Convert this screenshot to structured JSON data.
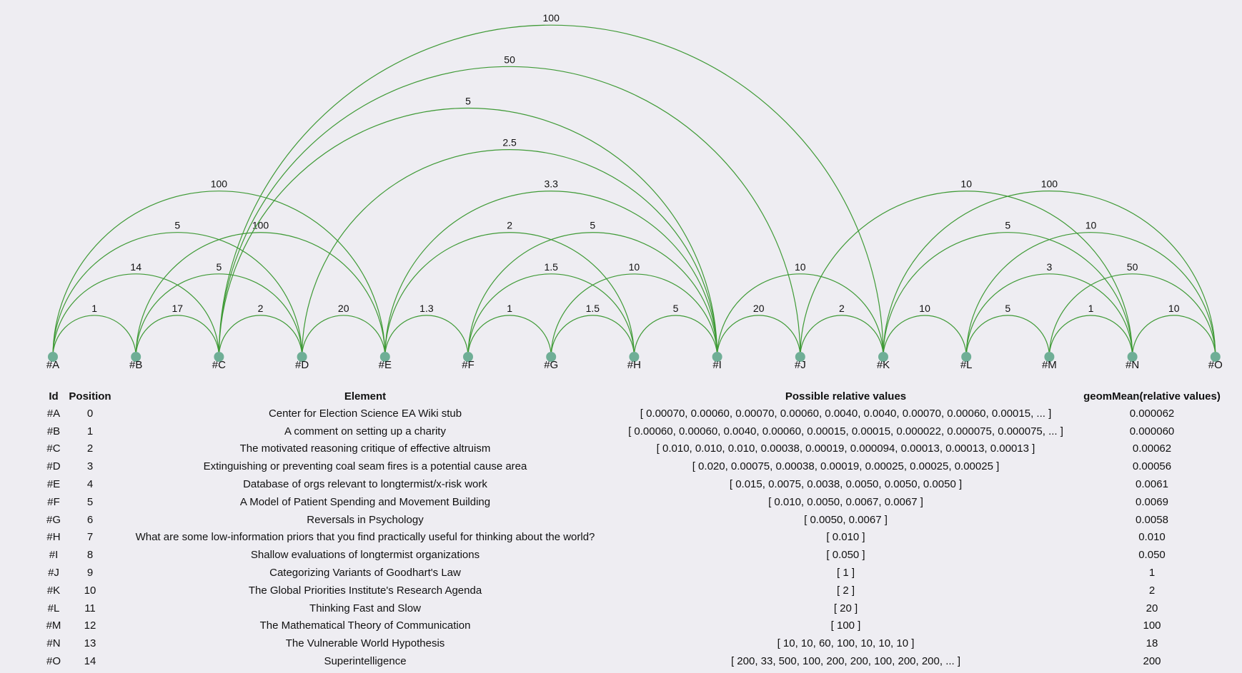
{
  "nodes": [
    "#A",
    "#B",
    "#C",
    "#D",
    "#E",
    "#F",
    "#G",
    "#H",
    "#I",
    "#J",
    "#K",
    "#L",
    "#M",
    "#N",
    "#O"
  ],
  "arcs": [
    {
      "from": 0,
      "to": 1,
      "label": "1"
    },
    {
      "from": 1,
      "to": 2,
      "label": "17"
    },
    {
      "from": 2,
      "to": 3,
      "label": "2"
    },
    {
      "from": 3,
      "to": 4,
      "label": "20"
    },
    {
      "from": 4,
      "to": 5,
      "label": "1.3"
    },
    {
      "from": 5,
      "to": 6,
      "label": "1"
    },
    {
      "from": 6,
      "to": 7,
      "label": "1.5"
    },
    {
      "from": 7,
      "to": 8,
      "label": "5"
    },
    {
      "from": 8,
      "to": 9,
      "label": "20"
    },
    {
      "from": 9,
      "to": 10,
      "label": "2"
    },
    {
      "from": 10,
      "to": 11,
      "label": "10"
    },
    {
      "from": 11,
      "to": 12,
      "label": "5"
    },
    {
      "from": 12,
      "to": 13,
      "label": "1"
    },
    {
      "from": 13,
      "to": 14,
      "label": "10"
    },
    {
      "from": 0,
      "to": 2,
      "label": "14"
    },
    {
      "from": 1,
      "to": 3,
      "label": "5"
    },
    {
      "from": 5,
      "to": 7,
      "label": "1.5"
    },
    {
      "from": 6,
      "to": 8,
      "label": "10"
    },
    {
      "from": 8,
      "to": 10,
      "label": "10"
    },
    {
      "from": 11,
      "to": 13,
      "label": "3"
    },
    {
      "from": 12,
      "to": 14,
      "label": "50"
    },
    {
      "from": 0,
      "to": 3,
      "label": "5"
    },
    {
      "from": 1,
      "to": 4,
      "label": "100"
    },
    {
      "from": 4,
      "to": 7,
      "label": "2"
    },
    {
      "from": 5,
      "to": 8,
      "label": "5"
    },
    {
      "from": 10,
      "to": 13,
      "label": "5"
    },
    {
      "from": 11,
      "to": 14,
      "label": "10"
    },
    {
      "from": 0,
      "to": 4,
      "label": "100"
    },
    {
      "from": 4,
      "to": 8,
      "label": "3.3"
    },
    {
      "from": 9,
      "to": 13,
      "label": "10"
    },
    {
      "from": 10,
      "to": 14,
      "label": "100"
    },
    {
      "from": 3,
      "to": 8,
      "label": "2.5"
    },
    {
      "from": 2,
      "to": 8,
      "label": "5"
    },
    {
      "from": 2,
      "to": 10,
      "label": "100"
    },
    {
      "from": 2,
      "to": 9,
      "label": "50"
    }
  ],
  "table": {
    "headers": [
      "Id",
      "Position",
      "Element",
      "Possible relative values",
      "geomMean(relative values)"
    ],
    "rows": [
      [
        "#A",
        "0",
        "Center for Election Science EA Wiki stub",
        "[ 0.00070, 0.00060, 0.00070, 0.00060, 0.0040, 0.0040, 0.00070, 0.00060, 0.00015, ... ]",
        "0.000062"
      ],
      [
        "#B",
        "1",
        "A comment on setting up a charity",
        "[ 0.00060, 0.00060, 0.0040, 0.00060, 0.00015, 0.00015, 0.000022, 0.000075, 0.000075, ... ]",
        "0.000060"
      ],
      [
        "#C",
        "2",
        "The motivated reasoning critique of effective altruism",
        "[ 0.010, 0.010, 0.010, 0.00038, 0.00019, 0.000094, 0.00013, 0.00013, 0.00013 ]",
        "0.00062"
      ],
      [
        "#D",
        "3",
        "Extinguishing or preventing coal seam fires is a potential cause area",
        "[ 0.020, 0.00075, 0.00038, 0.00019, 0.00025, 0.00025, 0.00025 ]",
        "0.00056"
      ],
      [
        "#E",
        "4",
        "Database of orgs relevant to longtermist/x-risk work",
        "[ 0.015, 0.0075, 0.0038, 0.0050, 0.0050, 0.0050 ]",
        "0.0061"
      ],
      [
        "#F",
        "5",
        "A Model of Patient Spending and Movement Building",
        "[ 0.010, 0.0050, 0.0067, 0.0067 ]",
        "0.0069"
      ],
      [
        "#G",
        "6",
        "Reversals in Psychology",
        "[ 0.0050, 0.0067 ]",
        "0.0058"
      ],
      [
        "#H",
        "7",
        "What are some low-information priors that you find practically useful for thinking about the world?",
        "[ 0.010 ]",
        "0.010"
      ],
      [
        "#I",
        "8",
        "Shallow evaluations of longtermist organizations",
        "[ 0.050 ]",
        "0.050"
      ],
      [
        "#J",
        "9",
        "Categorizing Variants of Goodhart's Law",
        "[ 1 ]",
        "1"
      ],
      [
        "#K",
        "10",
        "The Global Priorities Institute's Research Agenda",
        "[ 2 ]",
        "2"
      ],
      [
        "#L",
        "11",
        "Thinking Fast and Slow",
        "[ 20 ]",
        "20"
      ],
      [
        "#M",
        "12",
        "The Mathematical Theory of Communication",
        "[ 100 ]",
        "100"
      ],
      [
        "#N",
        "13",
        "The Vulnerable World Hypothesis",
        "[ 10, 10, 60, 100, 10, 10, 10 ]",
        "18"
      ],
      [
        "#O",
        "14",
        "Superintelligence",
        "[ 200, 33, 500, 100, 200, 200, 100, 200, 200, ... ]",
        "200"
      ]
    ]
  }
}
